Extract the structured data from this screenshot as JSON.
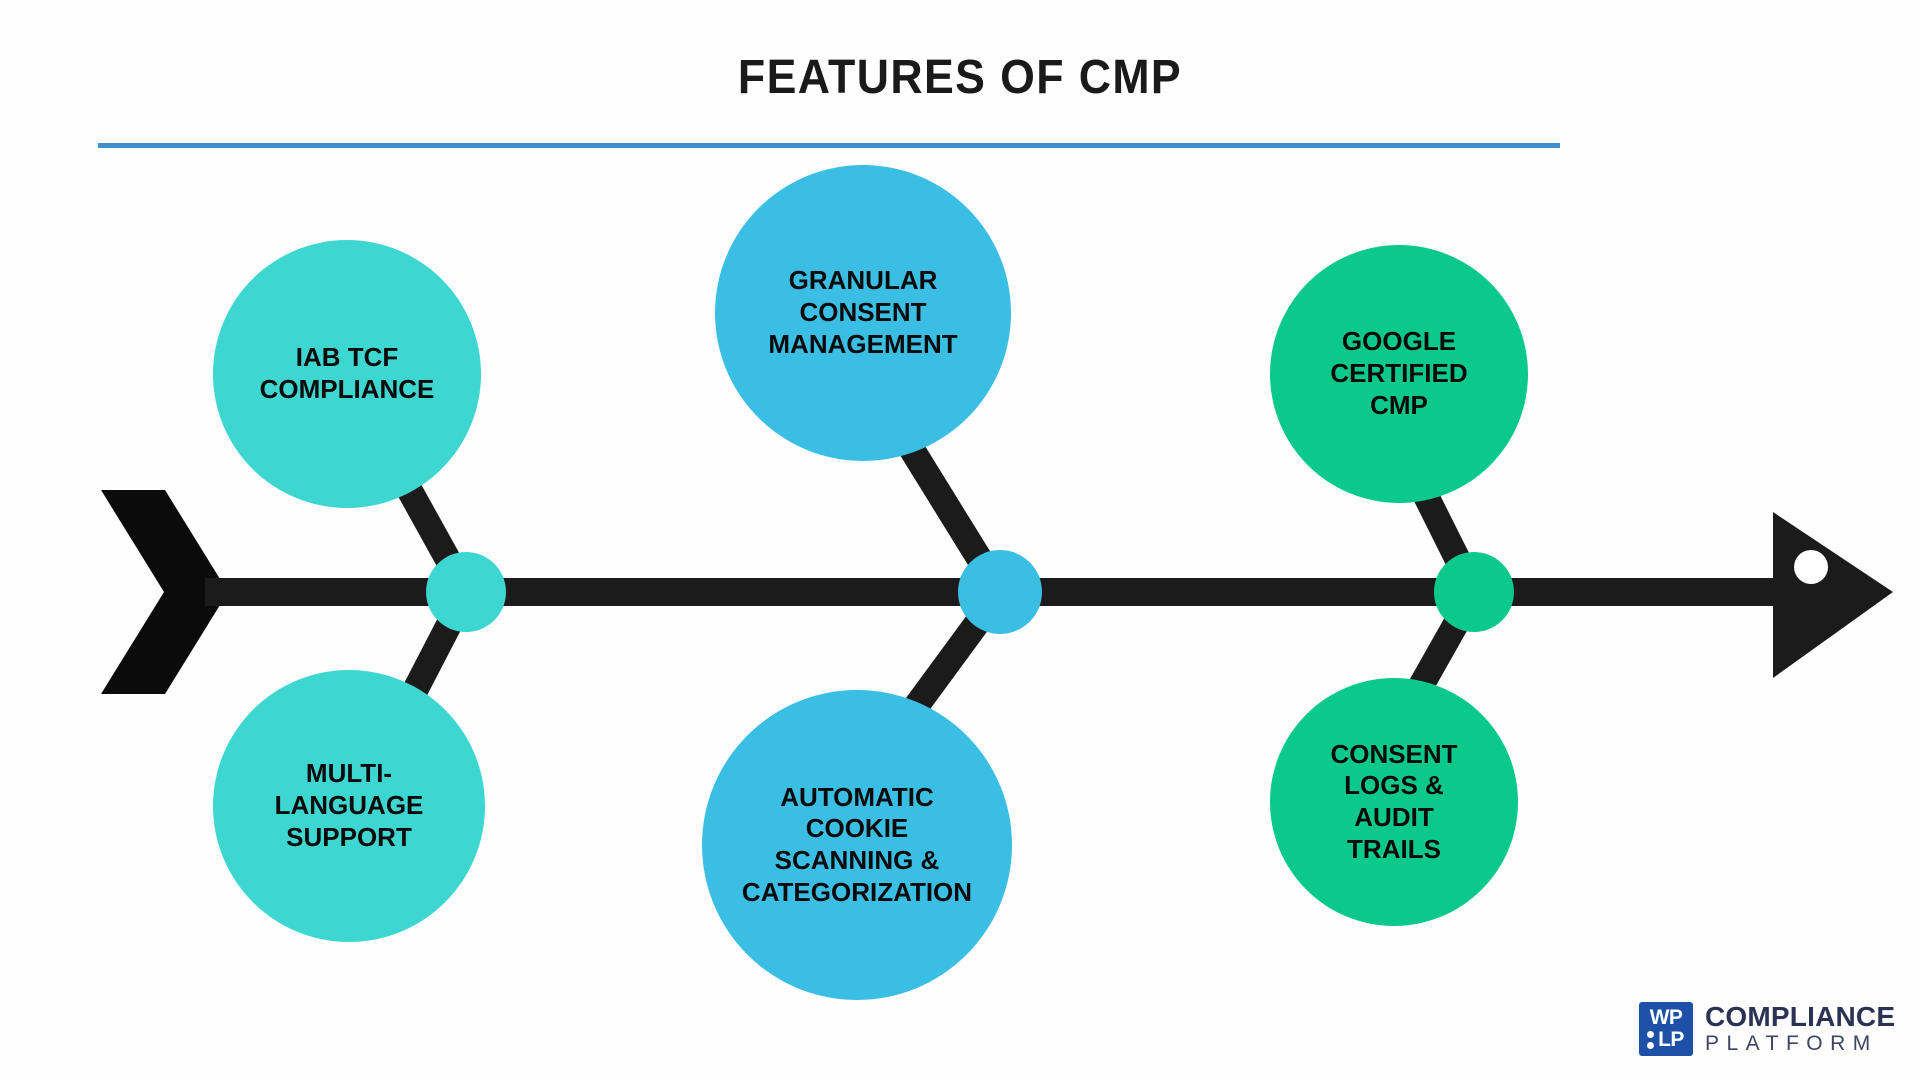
{
  "header": {
    "title": "FEATURES OF CMP",
    "rule_color": "#3e8fc9"
  },
  "palette": {
    "turquoise": "#3dd6d0",
    "sky": "#3bbee3",
    "green": "#0bc98a",
    "spine": "#1b1b1b",
    "background": "#fefefe",
    "text": "#0b0b0b"
  },
  "diagram": {
    "type": "fishbone",
    "spine_label": "",
    "tail_icon": "chevron-tail-icon",
    "head_icon": "arrowhead-icon",
    "head_eye_icon": "arrow-eye-icon",
    "nodes": [
      {
        "id": "node-1",
        "color": "#3dd6d0"
      },
      {
        "id": "node-2",
        "color": "#3bbee3"
      },
      {
        "id": "node-3",
        "color": "#0bc98a"
      }
    ],
    "features": [
      {
        "id": "iab-tcf-compliance",
        "label": "IAB TCF\nCOMPLIANCE",
        "color": "#3dd6d0",
        "position": "top-left",
        "font_size": 26
      },
      {
        "id": "multi-language-support",
        "label": "MULTI-\nLANGUAGE\nSUPPORT",
        "color": "#3dd6d0",
        "position": "bottom-left",
        "font_size": 26
      },
      {
        "id": "granular-consent-management",
        "label": "GRANULAR\nCONSENT\nMANAGEMENT",
        "color": "#3bbee3",
        "position": "top-center",
        "font_size": 26
      },
      {
        "id": "automatic-cookie-scanning-categorization",
        "label": "AUTOMATIC\nCOOKIE\nSCANNING &\nCATEGORIZATION",
        "color": "#3bbee3",
        "position": "bottom-center",
        "font_size": 26
      },
      {
        "id": "google-certified-cmp",
        "label": "GOOGLE\nCERTIFIED\nCMP",
        "color": "#0bc98a",
        "position": "top-right",
        "font_size": 26
      },
      {
        "id": "consent-logs-audit-trails",
        "label": "CONSENT\nLOGS &\nAUDIT\nTRAILS",
        "color": "#0bc98a",
        "position": "bottom-right",
        "font_size": 26
      }
    ]
  },
  "logo": {
    "mark_top": "WP",
    "mark_bottom": "LP",
    "name": "COMPLIANCE",
    "subtitle": "PLATFORM",
    "mark_color": "#1d51a8",
    "name_color": "#2b3254"
  }
}
